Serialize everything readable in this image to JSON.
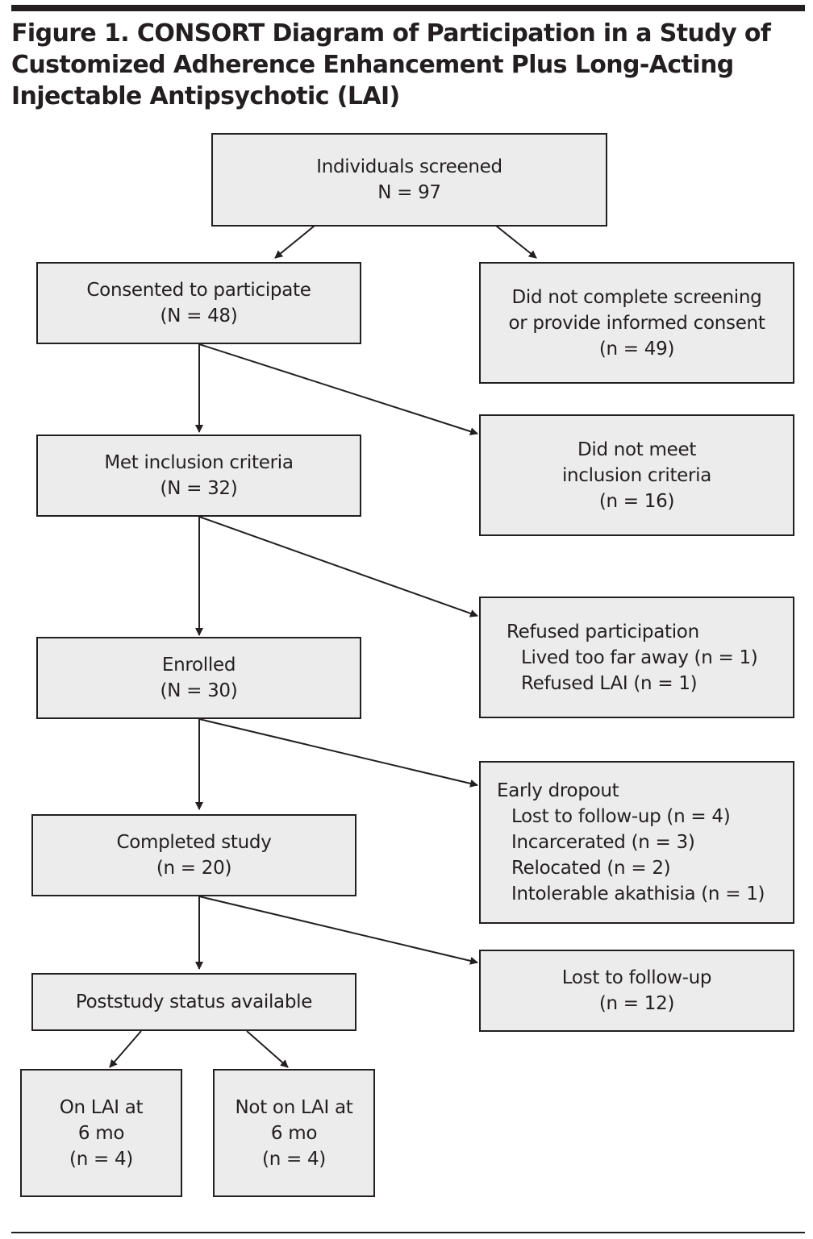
{
  "title": "Figure 1. CONSORT Diagram of Participation in a Study of Customized Adherence Enhancement Plus Long-Acting Injectable Antipsychotic (LAI)",
  "boxes": {
    "screened": {
      "lines": [
        "Individuals screened",
        "N = 97"
      ]
    },
    "consented": {
      "lines": [
        "Consented to participate",
        "(N = 48)"
      ]
    },
    "not_screened": {
      "lines": [
        "Did not complete screening",
        "or provide informed consent",
        "(n = 49)"
      ]
    },
    "met_criteria": {
      "lines": [
        "Met inclusion criteria",
        "(N = 32)"
      ]
    },
    "not_met": {
      "lines": [
        "Did not meet",
        "inclusion criteria",
        "(n = 16)"
      ]
    },
    "refused": {
      "heading": "Refused participation",
      "items": [
        "Lived too far away (n = 1)",
        "Refused LAI (n = 1)"
      ]
    },
    "enrolled": {
      "lines": [
        "Enrolled",
        "(N = 30)"
      ]
    },
    "dropout": {
      "heading": "Early dropout",
      "items": [
        "Lost to follow-up (n = 4)",
        "Incarcerated (n = 3)",
        "Relocated (n = 2)",
        "Intolerable akathisia (n = 1)"
      ]
    },
    "completed": {
      "lines": [
        "Completed study",
        "(n = 20)"
      ]
    },
    "lost": {
      "lines": [
        "Lost to follow-up",
        "(n = 12)"
      ]
    },
    "poststudy": {
      "lines": [
        "Poststudy status available"
      ]
    },
    "on_lai": {
      "lines": [
        "On LAI at",
        "6 mo",
        "(n = 4)"
      ]
    },
    "not_on_lai": {
      "lines": [
        "Not on LAI at",
        "6 mo",
        "(n = 4)"
      ]
    }
  }
}
